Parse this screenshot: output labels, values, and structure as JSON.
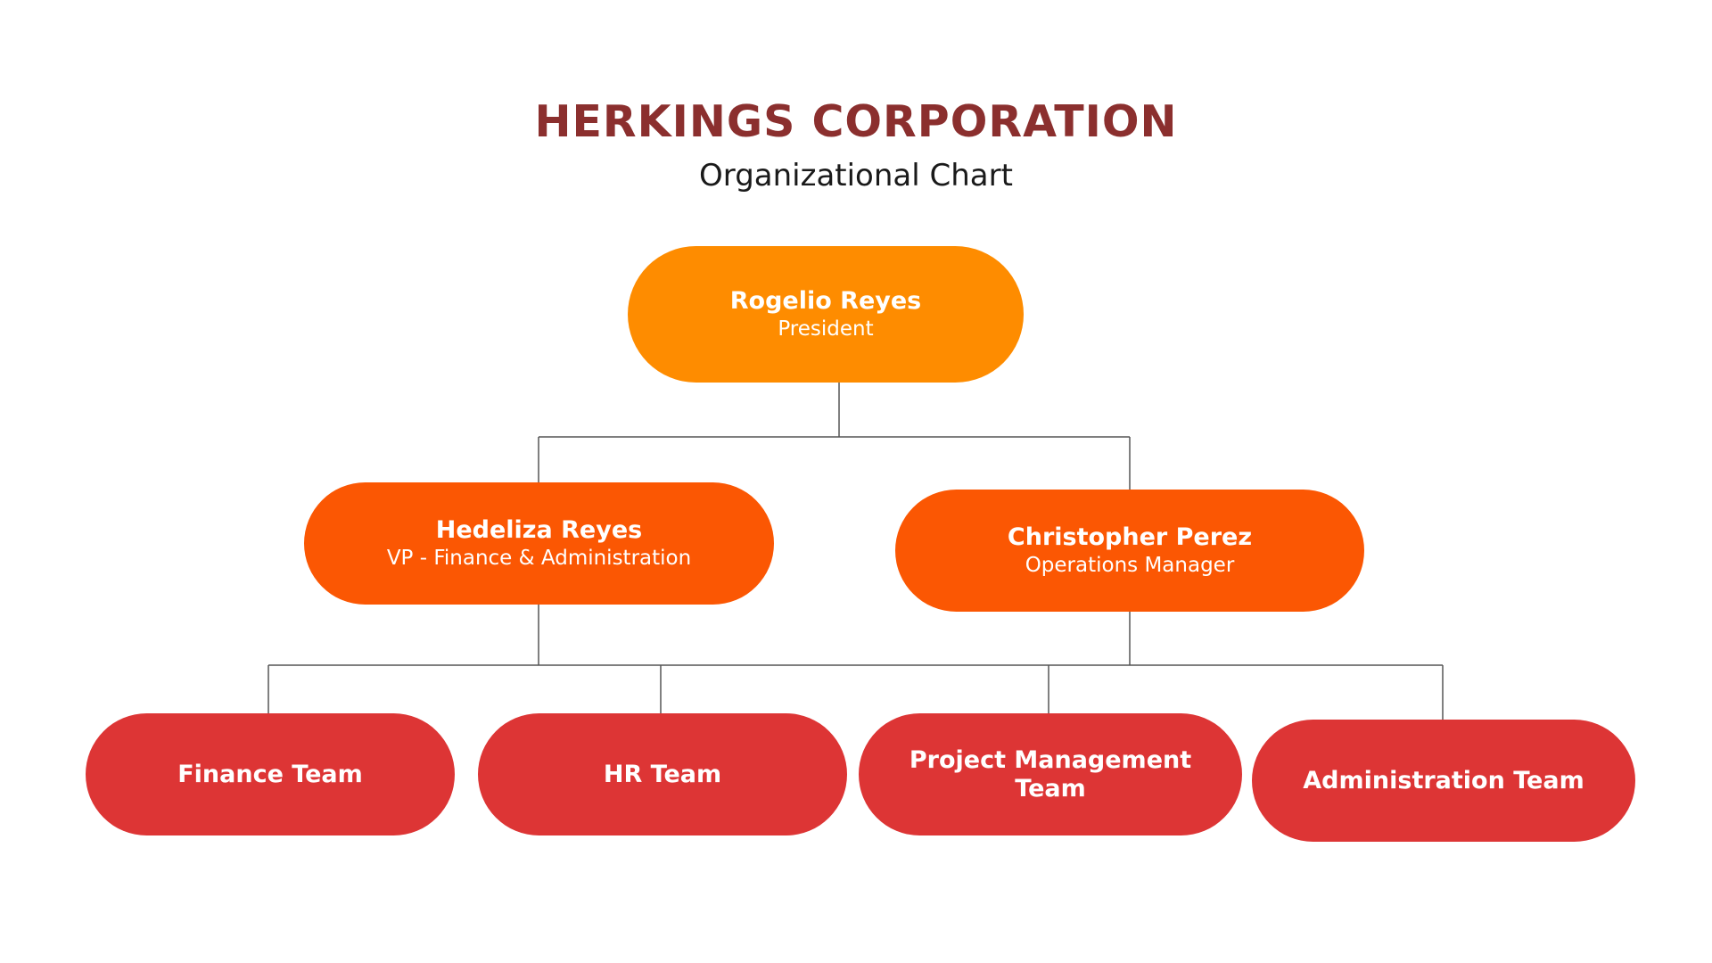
{
  "header": {
    "title": "HERKINGS CORPORATION",
    "subtitle": "Organizational Chart"
  },
  "colors": {
    "title": "#8b2f2e",
    "level1": "#fe8c00",
    "level2": "#fb5703",
    "level3": "#dd3535",
    "connector": "#555555"
  },
  "president": {
    "name": "Rogelio Reyes",
    "role": "President"
  },
  "managers": [
    {
      "name": "Hedeliza Reyes",
      "role": "VP - Finance & Administration"
    },
    {
      "name": "Christopher Perez",
      "role": "Operations Manager"
    }
  ],
  "teams": [
    {
      "label": "Finance Team"
    },
    {
      "label": "HR Team"
    },
    {
      "label": "Project Management Team"
    },
    {
      "label": "Administration Team"
    }
  ]
}
